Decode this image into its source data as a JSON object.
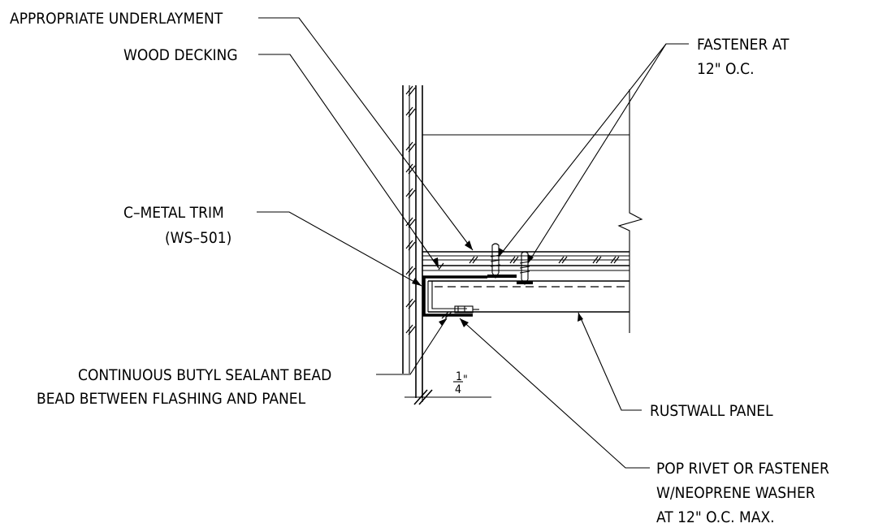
{
  "labels": {
    "underlayment": "APPROPRIATE UNDERLAYMENT",
    "decking": "WOOD DECKING",
    "fastener": [
      "FASTENER AT",
      "12\" O.C."
    ],
    "trim": [
      "C–METAL TRIM",
      "(WS–501)"
    ],
    "sealant": [
      "CONTINUOUS BUTYL SEALANT BEAD",
      "BEAD BETWEEN FLASHING AND PANEL"
    ],
    "panel": "RUSTWALL PANEL",
    "rivet": [
      "POP RIVET OR FASTENER",
      "W/NEOPRENE WASHER",
      "AT 12\" O.C. MAX."
    ]
  },
  "dimension": {
    "numerator": "1",
    "denominator": "4",
    "unit": "\""
  }
}
